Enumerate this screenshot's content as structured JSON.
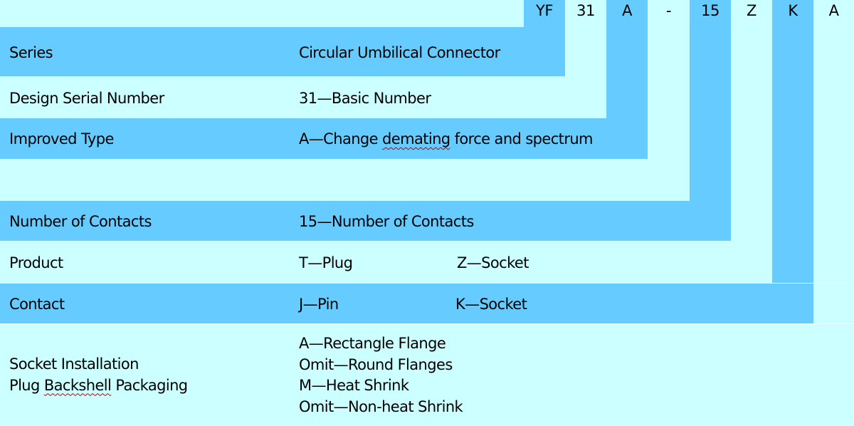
{
  "colors": {
    "light": "#CCFFFF",
    "blue": "#66CCFF",
    "text": "#000000"
  },
  "code": [
    "YF",
    "31",
    "A",
    "-",
    "15",
    "Z",
    "K",
    "A"
  ],
  "rows": [
    {
      "label": "Series",
      "desc": "Circular Umbilical Connector"
    },
    {
      "label": "Design Serial Number",
      "desc": "31—Basic Number"
    },
    {
      "label": "Improved Type",
      "desc_prefix": "A—Change ",
      "desc_flagged": "demating",
      "desc_suffix": " force and spectrum"
    },
    {
      "label": "",
      "desc": ""
    },
    {
      "label": "Number of Contacts",
      "desc": "15—Number of Contacts"
    },
    {
      "label": "Product",
      "opt1": "T—Plug",
      "opt2": "Z—Socket"
    },
    {
      "label": "Contact",
      "opt1": "J—Pin",
      "opt2": "K—Socket"
    },
    {
      "label_line1": "Socket Installation",
      "label_line2_prefix": "Plug ",
      "label_line2_flagged": "Backshell",
      "label_line2_suffix": " Packaging",
      "options": [
        "A—Rectangle Flange",
        "Omit—Round Flanges",
        "M—Heat Shrink",
        "Omit—Non-heat Shrink"
      ]
    }
  ]
}
